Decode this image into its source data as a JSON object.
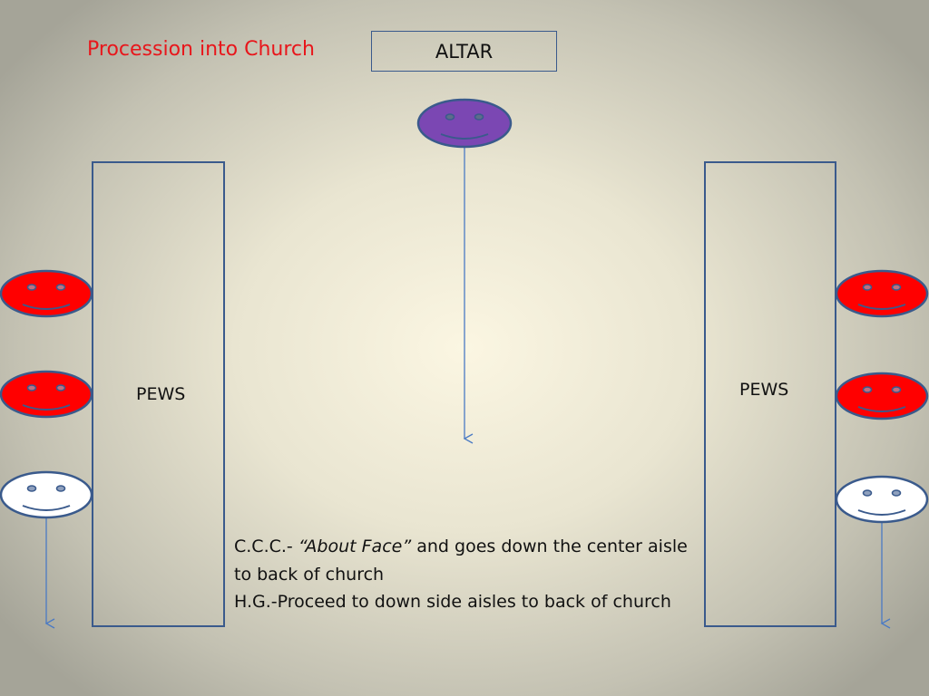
{
  "slide": {
    "title": "Procession into Church",
    "altar_label": "ALTAR",
    "pews_left_label": "PEWS",
    "pews_right_label": "PEWS",
    "description": {
      "line1_prefix": "C.C.C.- ",
      "line1_italic": "“About Face”",
      "line1_suffix": " and goes down the center aisle to back of church",
      "line2": "H.G.-Proceed to down side aisles to back of church"
    }
  },
  "colors": {
    "title": "#e8161b",
    "outline": "#3a5a8c",
    "purple_face": "#7b47b3",
    "red_face": "#ff0000",
    "white_face": "#ffffff",
    "arrow": "#4a7ac4"
  }
}
